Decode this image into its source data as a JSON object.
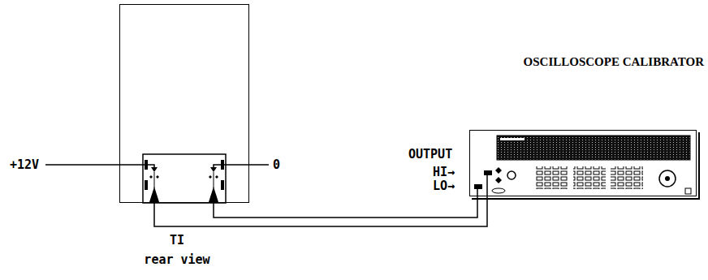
{
  "diagram": {
    "nodes": [
      {
        "text": [
          "TI rear view"
        ]
      },
      {
        "text": [
          "OSCILLOSCOPE CALIBRATOR"
        ]
      }
    ],
    "edges": [
      {
        "from": 0,
        "to": 1,
        "arrow": "none"
      },
      {
        "from": 0,
        "to": 1,
        "arrow": "none"
      }
    ],
    "labels": [
      "+12V",
      "0",
      "OUTPUT",
      "HI→",
      "LO→"
    ]
  }
}
